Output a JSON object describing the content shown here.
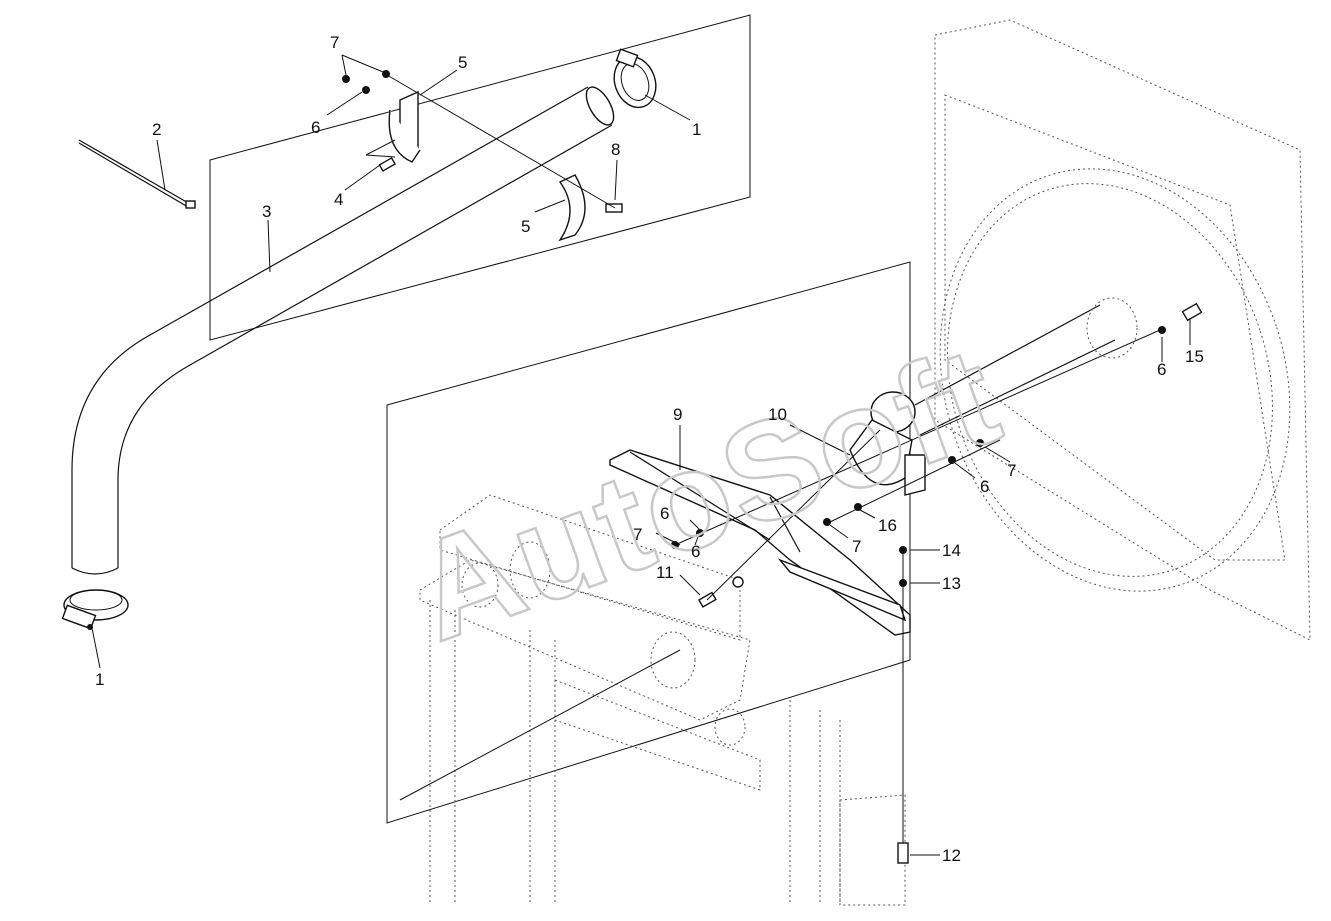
{
  "watermark": "AutoSoft",
  "callouts": {
    "c1a": "1",
    "c1b": "1",
    "c2": "2",
    "c3": "3",
    "c4": "4",
    "c5a": "5",
    "c5b": "5",
    "c6a": "6",
    "c6b": "6",
    "c6c": "6",
    "c6d": "6",
    "c6e": "6",
    "c7a": "7",
    "c7b": "7",
    "c7c": "7",
    "c7d": "7",
    "c8": "8",
    "c9": "9",
    "c10": "10",
    "c11": "11",
    "c12": "12",
    "c13": "13",
    "c14": "14",
    "c15": "15",
    "c16": "16"
  }
}
